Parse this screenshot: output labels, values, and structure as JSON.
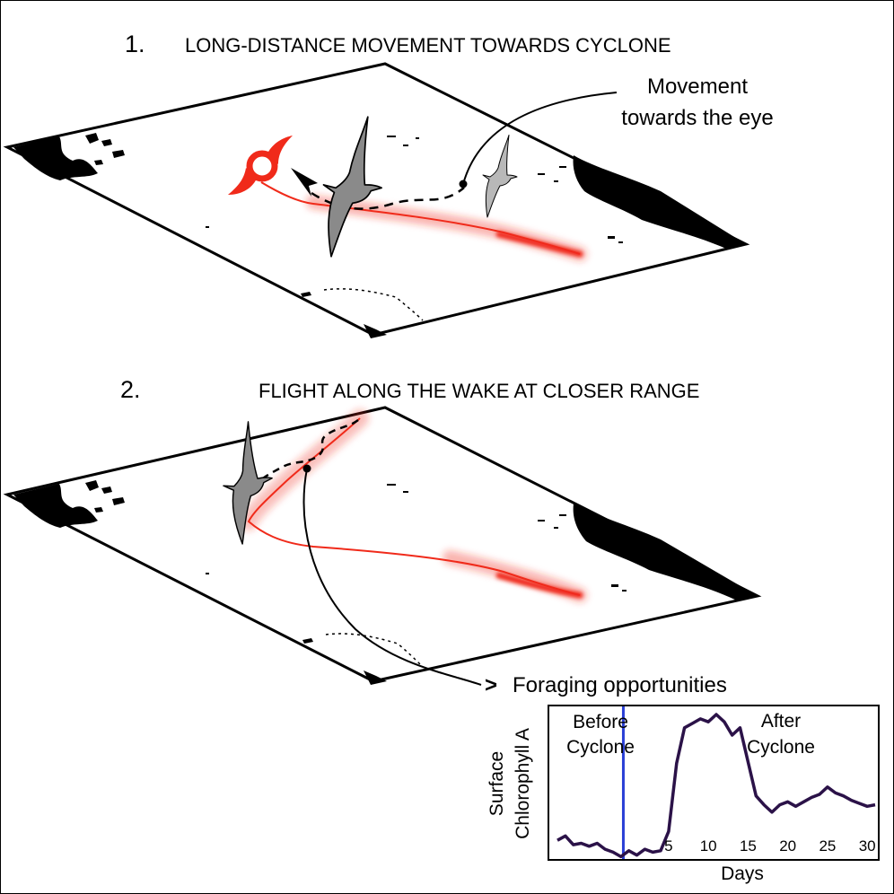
{
  "step1": {
    "number": "1.",
    "title": "LONG-DISTANCE MOVEMENT TOWARDS CYCLONE",
    "callout_line1": "Movement",
    "callout_line2": "towards the eye"
  },
  "step2": {
    "number": "2.",
    "title": "FLIGHT ALONG THE WAKE AT CLOSER RANGE",
    "callout_marker": ">",
    "callout": "Foraging opportunities"
  },
  "colors": {
    "cyclone": "#f02a1a",
    "land": "#000000",
    "bird_near": "#8a8a8a",
    "bird_far": "#b8b8b8",
    "chart_line": "#2b1248",
    "cyclone_marker": "#2a3fd6"
  },
  "icons": [
    "cyclone-icon",
    "albatross-icon",
    "arrow-head-icon"
  ],
  "chart_data": {
    "type": "line",
    "ylabel_line1": "Surface",
    "ylabel_line2": "Chlorophyll A",
    "xlabel": "Days",
    "before_label_line1": "Before",
    "before_label_line2": "Cyclone",
    "after_label_line1": "After",
    "after_label_line2": "Cyclone",
    "xticks": [
      5,
      10,
      15,
      20,
      25,
      30
    ],
    "xlim": [
      -9,
      31
    ],
    "ylim": [
      0,
      100
    ],
    "cyclone_day": -0.7,
    "x": [
      -9,
      -8,
      -7,
      -6,
      -5,
      -4,
      -3,
      -2,
      -1,
      0,
      1,
      2,
      3,
      4,
      5,
      6,
      7,
      8,
      9,
      10,
      11,
      12,
      13,
      14,
      15,
      16,
      17,
      18,
      19,
      20,
      21,
      22,
      23,
      24,
      25,
      26,
      27,
      28,
      29,
      30,
      31
    ],
    "y": [
      12,
      15,
      9,
      10,
      8,
      10,
      6,
      4,
      1,
      5,
      2,
      6,
      4,
      5,
      18,
      64,
      88,
      91,
      94,
      92,
      97,
      92,
      83,
      88,
      65,
      42,
      36,
      31,
      36,
      38,
      35,
      38,
      41,
      43,
      48,
      44,
      42,
      39,
      37,
      35,
      36
    ]
  }
}
